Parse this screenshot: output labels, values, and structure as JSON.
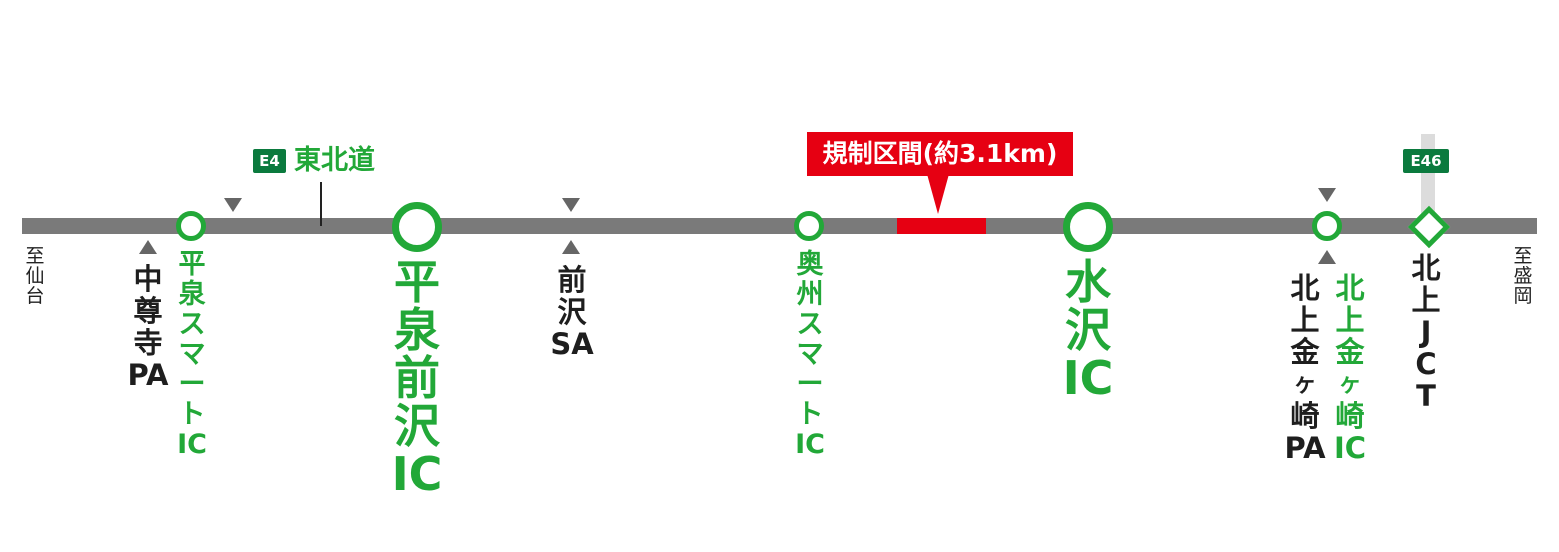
{
  "highway": {
    "shield": "E4",
    "name": "東北道"
  },
  "branch_shield": "E46",
  "regulation": {
    "label": "規制区間(約3.1km)"
  },
  "ends": {
    "left": "至仙台",
    "right": "至盛岡"
  },
  "stops": {
    "chusonji_pa": "中尊寺PA",
    "hiraizumi_smart_ic": "平泉スマートIC",
    "hiraizumi_maesawa_ic": "平泉前沢IC",
    "maesawa_sa": "前沢SA",
    "oshu_smart_ic": "奥州スマートIC",
    "mizusawa_ic": "水沢IC",
    "kitakami_kanegasaki_pa": "北上金ヶ崎PA",
    "kitakami_kanegasaki_ic": "北上金ヶ崎IC",
    "kitakami_jct": "北上JCT"
  },
  "colors": {
    "interchange": "#22a838",
    "regulation": "#e60012",
    "road": "#7a7a7a",
    "shield": "#0b7a3e"
  }
}
